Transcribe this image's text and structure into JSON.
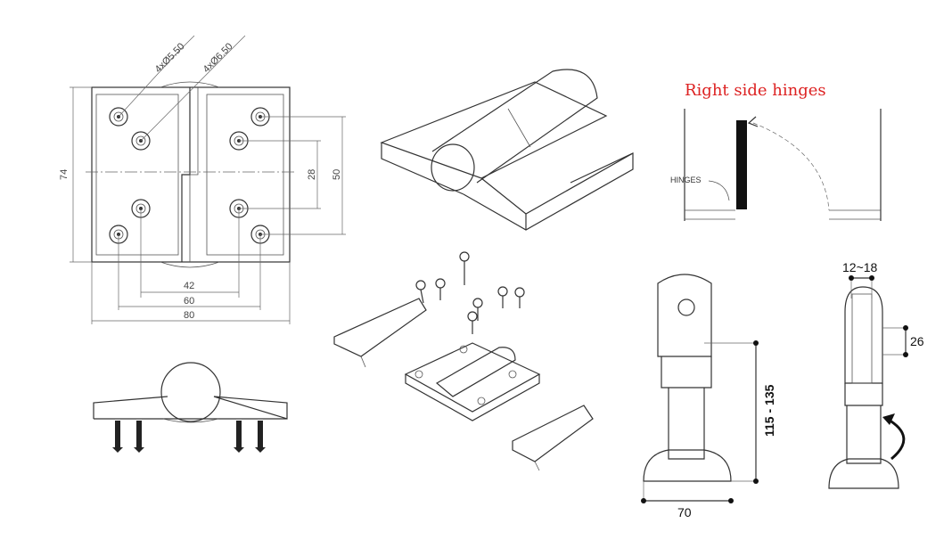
{
  "drawing": {
    "top_view": {
      "holes_small": "4xØ5.50",
      "holes_large": "4xØ6.50",
      "height_total": "74",
      "height_outer_holes": "50",
      "height_inner_holes": "28",
      "width_inner_holes": "42",
      "width_outer_holes": "60",
      "width_total": "80"
    },
    "door_diagram": {
      "title": "Right side hinges",
      "callout": "HINGES"
    },
    "leg_front": {
      "height_range": "115 - 135",
      "base_width": "70"
    },
    "leg_side": {
      "thickness_range": "12~18",
      "slot_height": "26"
    },
    "colors": {
      "title": "#dd2222",
      "line": "#333333",
      "door_panel": "#111111"
    }
  }
}
